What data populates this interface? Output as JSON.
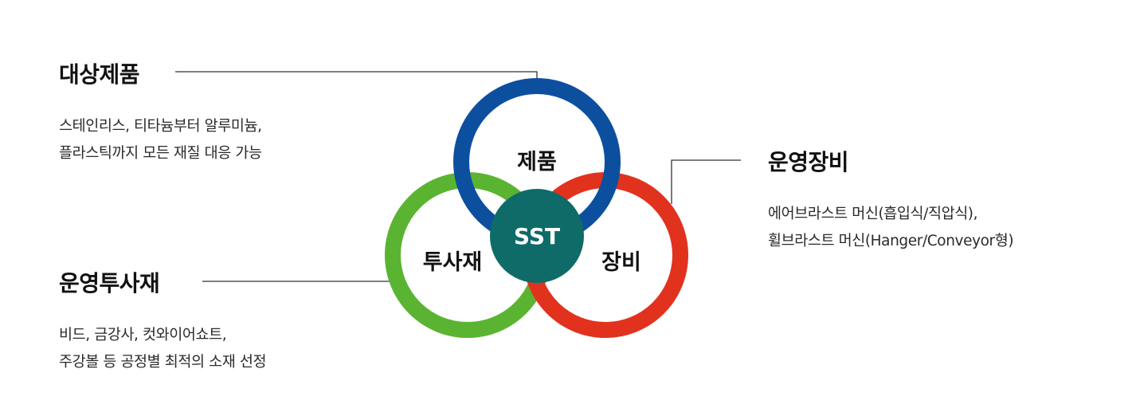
{
  "products": {
    "title": "대상제품",
    "lines": [
      "스테인리스, 티타늄부터 알루미늄,",
      "플라스틱까지 모든 재질 대응 가능"
    ]
  },
  "equipment": {
    "title": "운영장비",
    "lines": [
      "에어브라스트 머신(흡입식/직압식),",
      "휠브라스트 머신(Hanger/Conveyor형)"
    ]
  },
  "consumables": {
    "title": "운영투사재",
    "lines": [
      "비드, 금강사, 컷와이어쇼트,",
      "주강볼 등 공정별 최적의 소재 선정"
    ]
  },
  "venn": {
    "top_label": "제품",
    "left_label": "투사재",
    "right_label": "장비",
    "center_label": "SST"
  },
  "colors": {
    "blue": "#0d4f9f",
    "green": "#5bb431",
    "red": "#e1321e",
    "center": "#0e6b68",
    "connector": "#333333"
  }
}
